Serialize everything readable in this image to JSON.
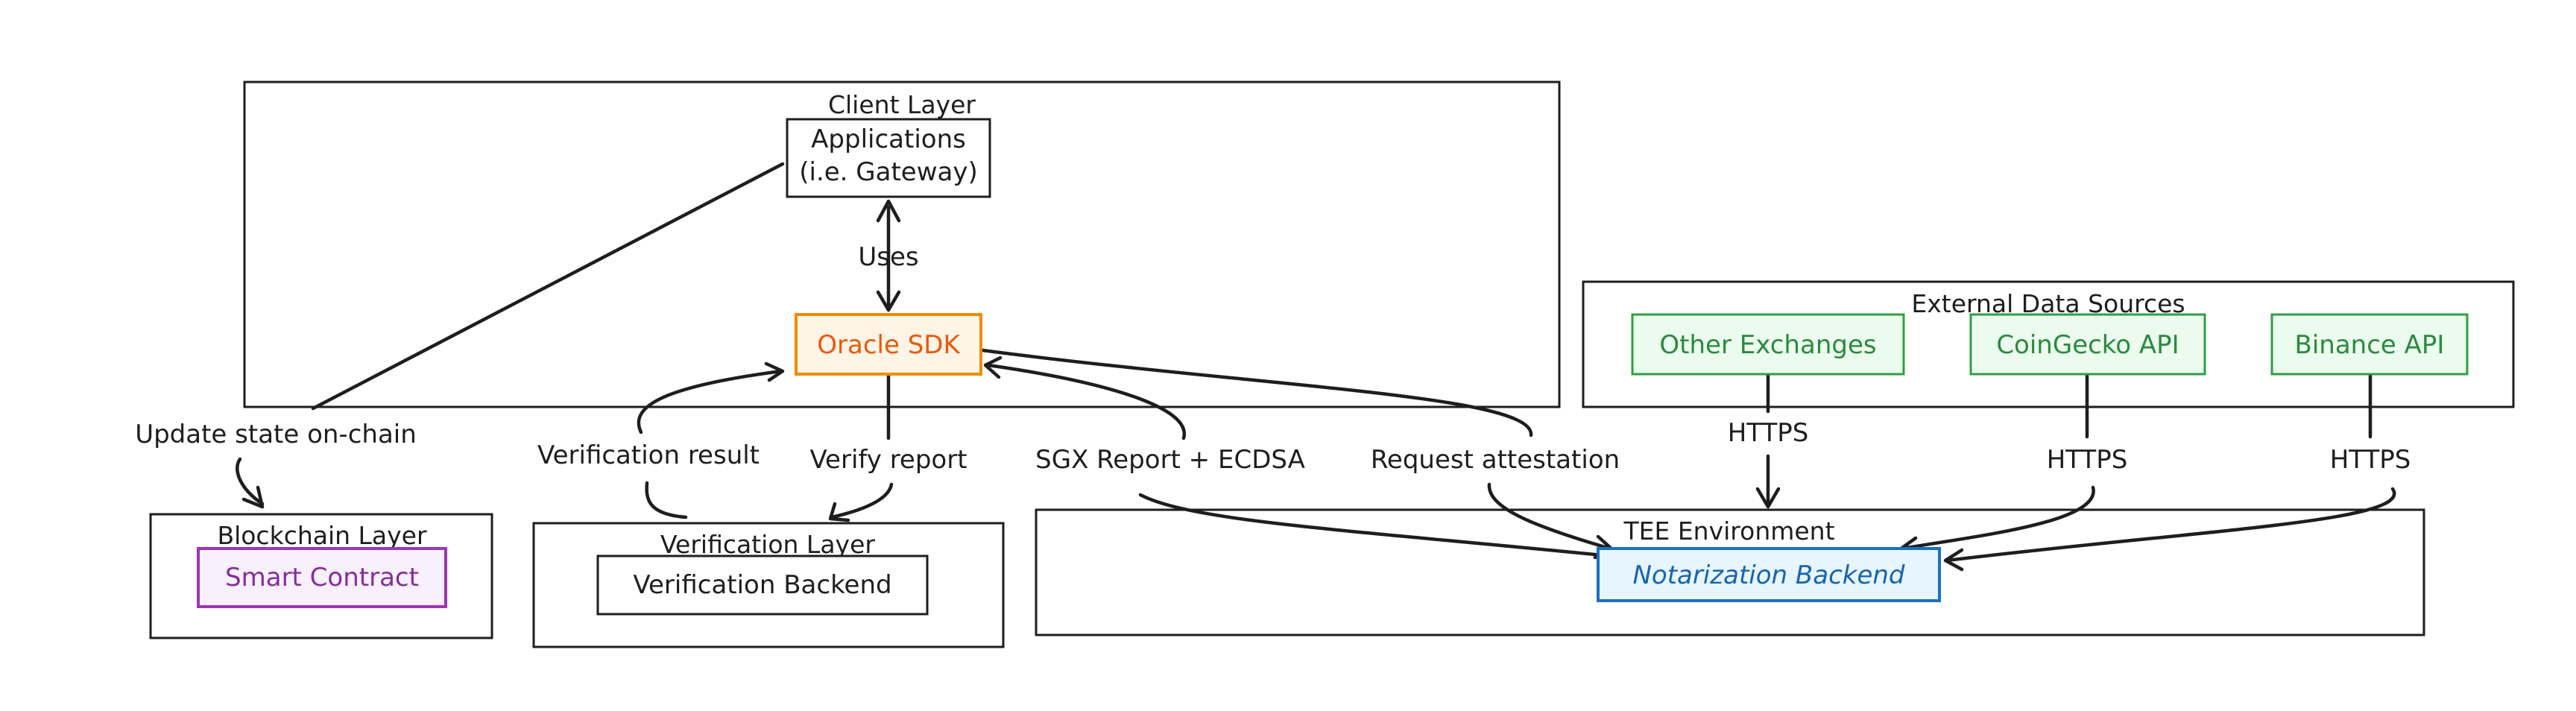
{
  "colors": {
    "stroke": "#1e1e1e",
    "orange": "#f08c00",
    "orange_fill": "#fff4e6",
    "green": "#2f9e44",
    "green_fill": "#ebfbee",
    "blue": "#1971c2",
    "blue_fill": "#e7f5ff",
    "purple": "#9c36b5",
    "purple_fill": "#f8f0fc"
  },
  "groups": {
    "client_layer": "Client Layer",
    "external_sources": "External Data Sources",
    "blockchain_layer": "Blockchain Layer",
    "verification_layer": "Verification Layer",
    "tee_environment": "TEE Environment"
  },
  "nodes": {
    "applications_line1": "Applications",
    "applications_line2": "(i.e. Gateway)",
    "oracle_sdk": "Oracle SDK",
    "other_exchanges": "Other Exchanges",
    "coingecko_api": "CoinGecko API",
    "binance_api": "Binance API",
    "smart_contract": "Smart Contract",
    "verification_backend": "Verification Backend",
    "notarization_backend": "Notarization Backend"
  },
  "edges": {
    "uses": "Uses",
    "update_state": "Update state on-chain",
    "verification_result": "Verification result",
    "verify_report": "Verify report",
    "sgx_report": "SGX Report + ECDSA",
    "request_attestation": "Request attestation",
    "https_1": "HTTPS",
    "https_2": "HTTPS",
    "https_3": "HTTPS"
  }
}
